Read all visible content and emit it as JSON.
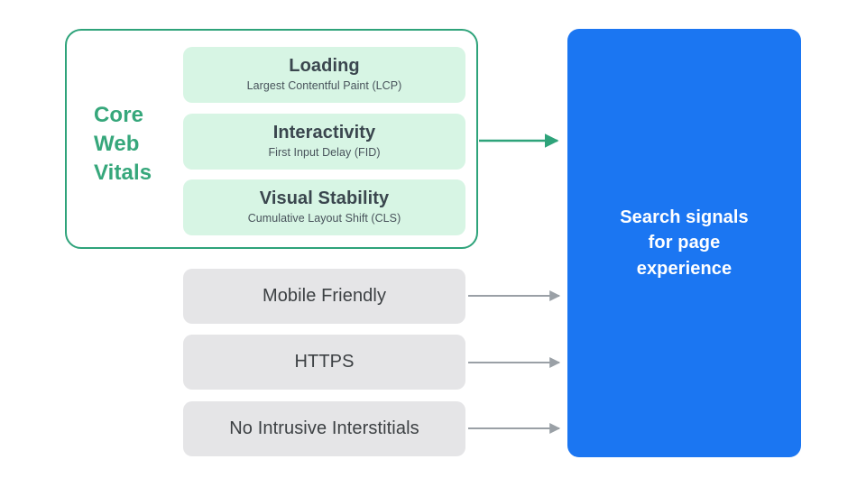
{
  "diagram": {
    "title_hidden": "",
    "background_color": "#ffffff",
    "colors": {
      "green_accent": "#36a77b",
      "green_border": "#2ea37a",
      "mint_card": "#d7f5e4",
      "grey_card": "#e5e5e7",
      "blue_panel": "#1b76f2",
      "arrow_grey": "#9aa0a6",
      "text_dark": "#3c4043",
      "text_white": "#ffffff"
    }
  },
  "core_web_vitals": {
    "group_label": "Core\nWeb\nVitals",
    "group_label_lines": [
      "Core",
      "Web",
      "Vitals"
    ],
    "metrics": [
      {
        "title": "Loading",
        "subtitle": "Largest Contentful Paint (LCP)"
      },
      {
        "title": "Interactivity",
        "subtitle": "First Input Delay (FID)"
      },
      {
        "title": "Visual Stability",
        "subtitle": "Cumulative Layout Shift (CLS)"
      }
    ]
  },
  "other_signals": [
    {
      "title": "Mobile Friendly"
    },
    {
      "title": "HTTPS"
    },
    {
      "title": "No Intrusive Interstitials"
    }
  ],
  "search_panel": {
    "text": "Search signals\nfor page\nexperience"
  },
  "connectors": [
    {
      "name": "core-web-vitals-arrow",
      "color": "#2ea37a"
    },
    {
      "name": "mobile-friendly-arrow",
      "color": "#9aa0a6"
    },
    {
      "name": "https-arrow",
      "color": "#9aa0a6"
    },
    {
      "name": "no-intrusive-interstitials-arrow",
      "color": "#9aa0a6"
    }
  ]
}
